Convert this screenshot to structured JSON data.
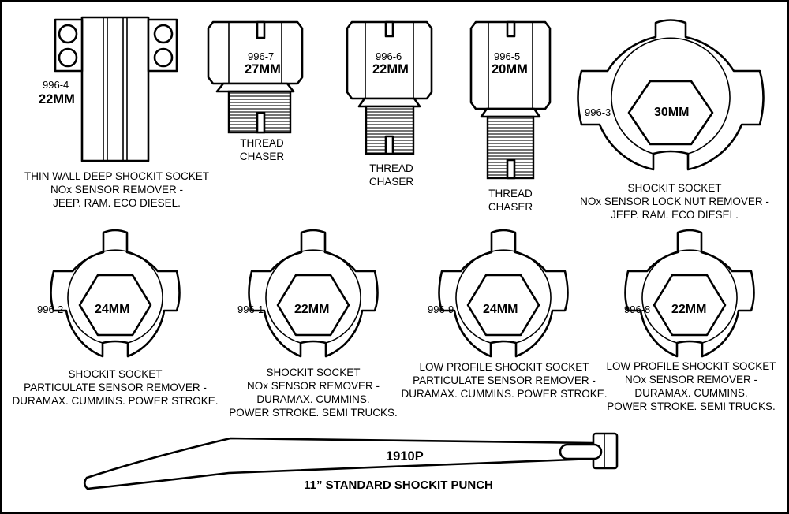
{
  "colors": {
    "line": "#000000",
    "background": "#ffffff"
  },
  "deep_socket": {
    "code": "996-4",
    "size": "22MM",
    "caption": [
      "THIN WALL DEEP SHOCKIT SOCKET",
      "NOx SENSOR REMOVER -",
      "JEEP. RAM. ECO DIESEL."
    ]
  },
  "chasers": [
    {
      "code": "996-7",
      "size": "27MM",
      "caption": [
        "THREAD",
        "CHASER"
      ]
    },
    {
      "code": "996-6",
      "size": "22MM",
      "caption": [
        "THREAD",
        "CHASER"
      ]
    },
    {
      "code": "996-5",
      "size": "20MM",
      "caption": [
        "THREAD",
        "CHASER"
      ]
    }
  ],
  "lock_nut_socket": {
    "code": "996-3",
    "size": "30MM",
    "caption": [
      "SHOCKIT SOCKET",
      "NOx SENSOR LOCK NUT REMOVER -",
      "JEEP. RAM. ECO DIESEL."
    ]
  },
  "sockets": [
    {
      "code": "996-2",
      "size": "24MM",
      "caption": [
        "SHOCKIT SOCKET",
        "PARTICULATE SENSOR REMOVER -",
        "DURAMAX. CUMMINS. POWER STROKE."
      ]
    },
    {
      "code": "996-1",
      "size": "22MM",
      "caption": [
        "SHOCKIT SOCKET",
        "NOx SENSOR REMOVER -",
        "DURAMAX. CUMMINS.",
        "POWER STROKE. SEMI TRUCKS."
      ]
    },
    {
      "code": "996-9",
      "size": "24MM",
      "caption": [
        "LOW PROFILE SHOCKIT SOCKET",
        "PARTICULATE SENSOR REMOVER -",
        "DURAMAX. CUMMINS. POWER STROKE."
      ]
    },
    {
      "code": "996-8",
      "size": "22MM",
      "caption": [
        "LOW PROFILE SHOCKIT SOCKET",
        "NOx SENSOR REMOVER -",
        "DURAMAX. CUMMINS.",
        "POWER STROKE. SEMI TRUCKS."
      ]
    }
  ],
  "punch": {
    "code": "1910P",
    "caption": "11” STANDARD SHOCKIT PUNCH"
  }
}
